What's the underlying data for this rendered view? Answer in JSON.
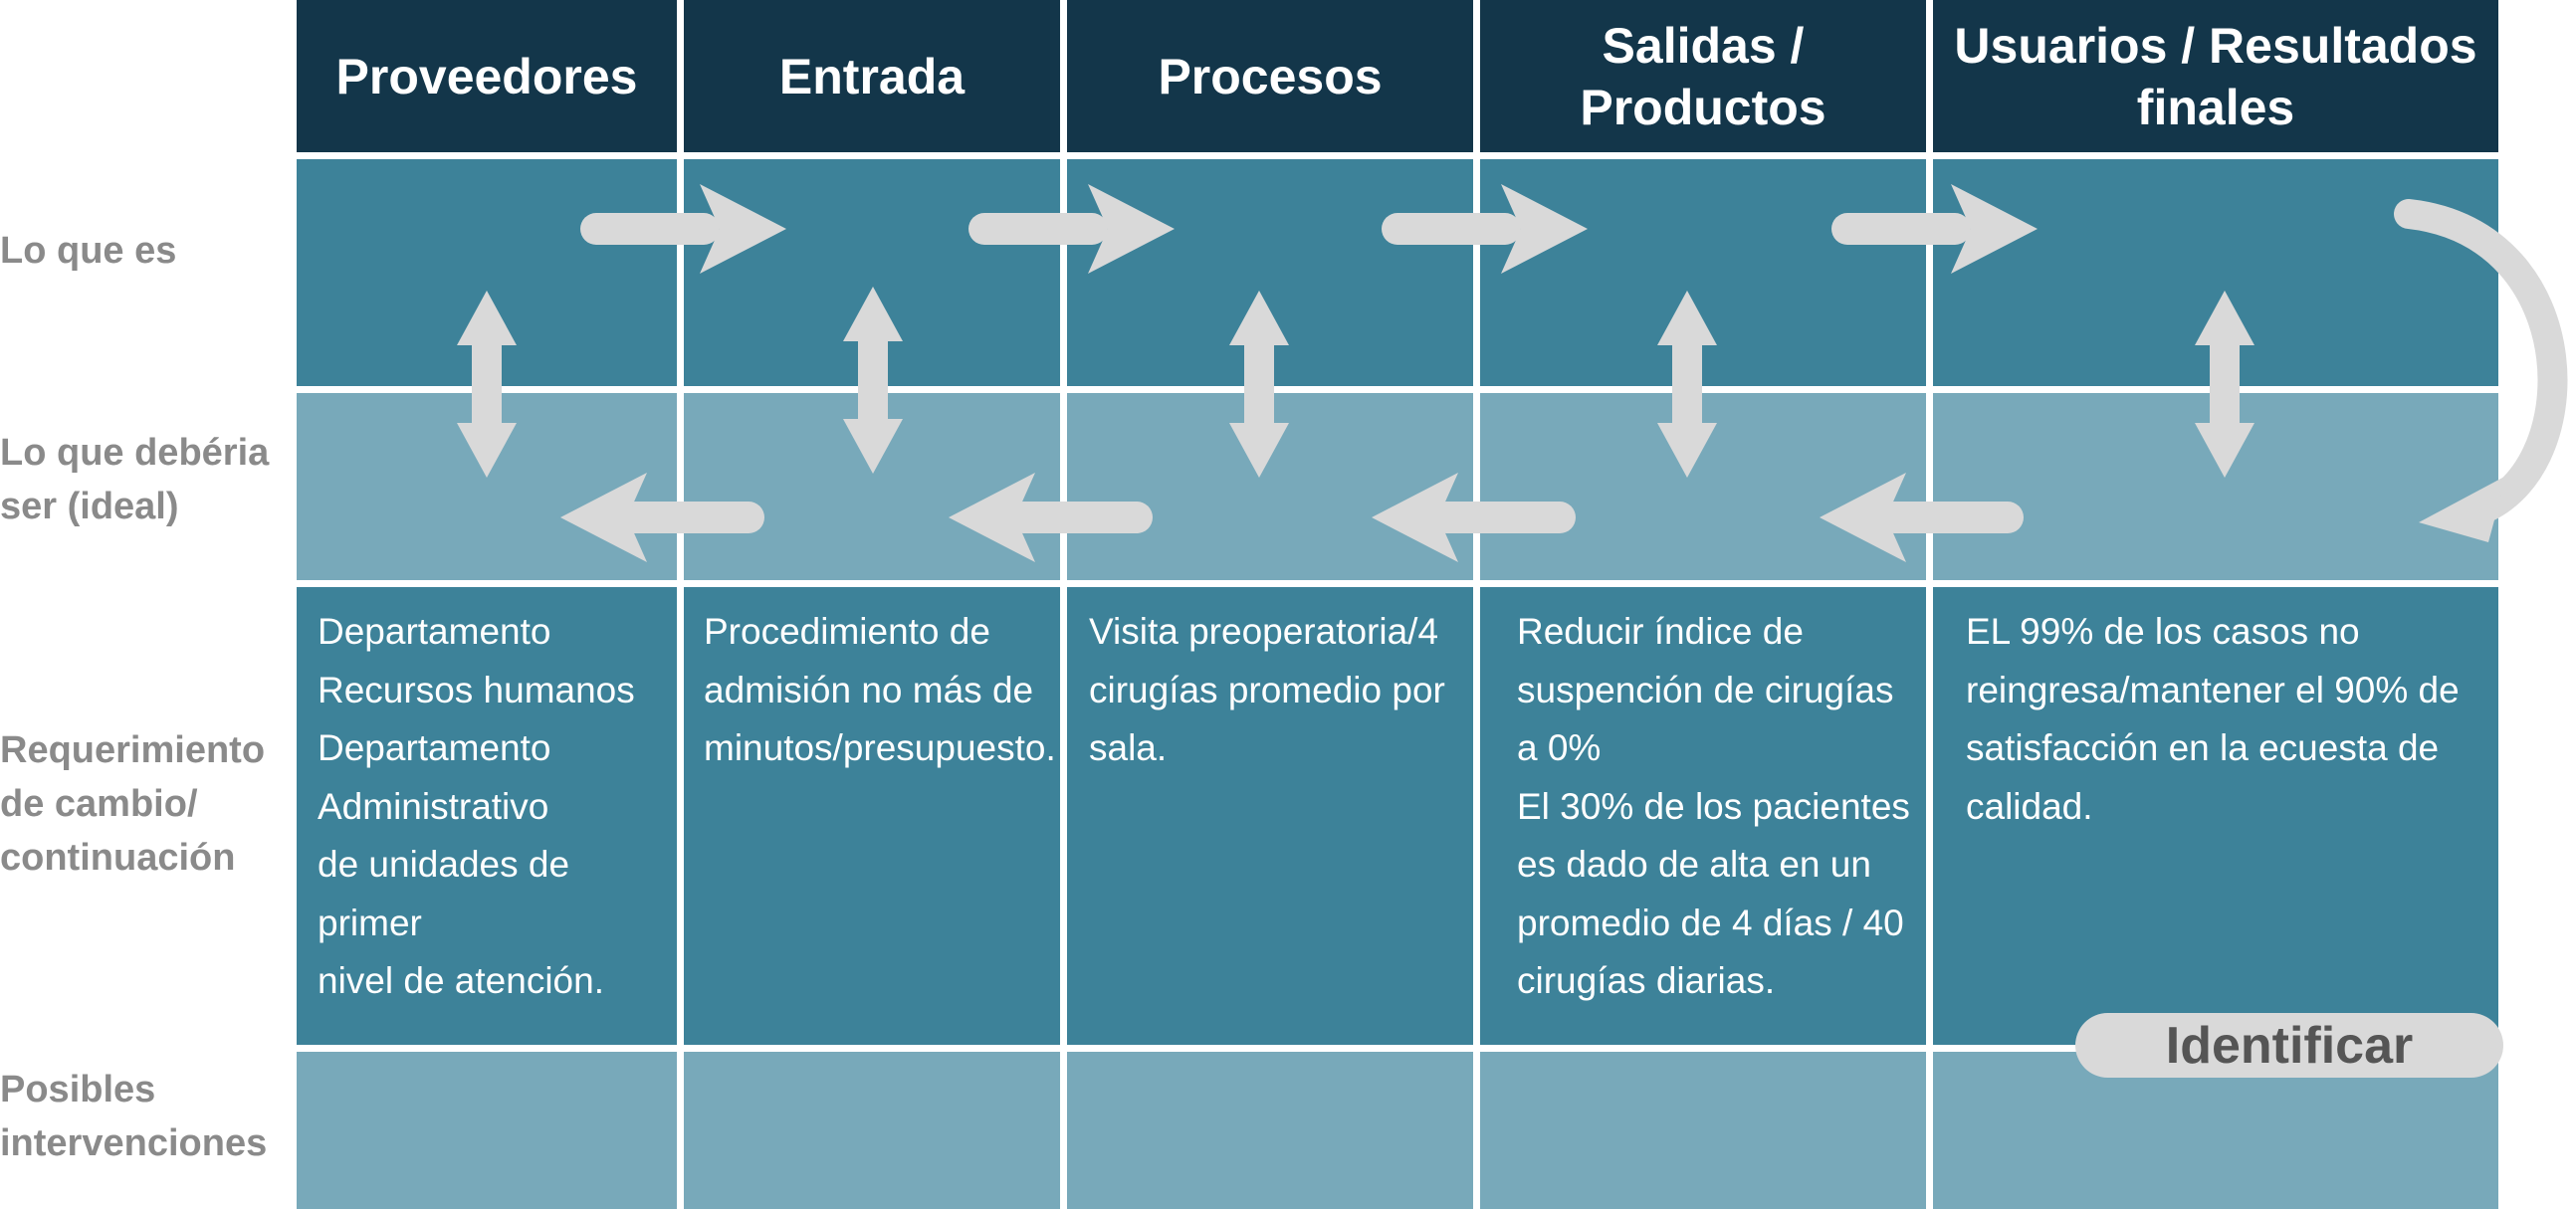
{
  "columns": [
    {
      "title": "Proveedores"
    },
    {
      "title": "Entrada"
    },
    {
      "title": "Procesos"
    },
    {
      "title": "Salidas /\nProductos"
    },
    {
      "title": "Usuarios / Resultados\nfinales"
    }
  ],
  "row_labels": [
    "Lo que es",
    "Lo que debéria\nser (ideal)",
    "Requerimiento\nde cambio/\ncontinuación",
    "Posibles\nintervenciones"
  ],
  "requirements": [
    "Departamento\nRecursos humanos\nDepartamento\nAdministrativo\nde unidades de primer\nnivel de atención.",
    "Procedimiento de\nadmisión no más de\nminutos/presupuesto.",
    "Visita  preoperatoria/4\ncirugías promedio por\nsala.",
    "Reducir índice de\nsuspención de cirugías\na 0%\nEl 30% de los pacientes\nes dado de alta en un\npromedio de 4 días / 40\ncirugías diarias.",
    "EL 99%  de los casos no\nreingresa/mantener el 90% de\nsatisfacción en la ecuesta de\ncalidad."
  ],
  "identify_button": "Identificar",
  "colors": {
    "header": "#13364a",
    "row_dark": "#3d8299",
    "row_light": "#78a9ba",
    "arrow": "#d9d9d9",
    "label": "#8a8a8a"
  }
}
